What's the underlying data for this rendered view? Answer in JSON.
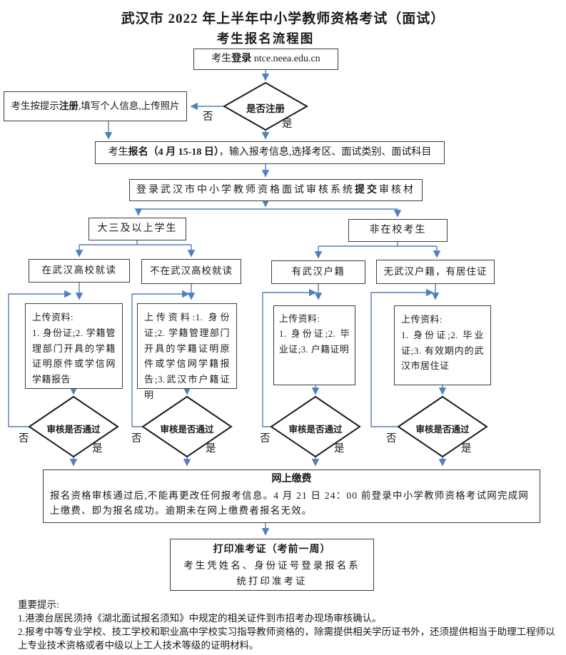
{
  "title": {
    "line1": "武汉市 2022 年上半年中小学教师资格考试（面试）",
    "line2": "考生报名流程图"
  },
  "flow": {
    "login": {
      "pre": "考生",
      "bold": "登录",
      "post": " ntce.neea.edu.cn"
    },
    "register_decision": {
      "label": "是否注册",
      "no": "否",
      "yes": "是"
    },
    "register": {
      "pre": "考生按提示",
      "bold": "注册",
      "post": ",填写个人信息,上传照片"
    },
    "signup": {
      "pre": "考生",
      "bold": "报名（4 月 15-18 日）",
      "post": "，输入报考信息,选择考区、面试类别、面试科目"
    },
    "submit": {
      "pre": "登录武汉市中小学教师资格面试审核系统",
      "bold": "提交",
      "post": "审核材"
    },
    "branch_left": "大三及以上学生",
    "branch_right": "非在校考生",
    "categories": [
      "在武汉高校就读",
      "不在武汉高校就读",
      "有武汉户籍",
      "无武汉户籍，有居住证"
    ],
    "uploads": [
      {
        "header": "上传资料:",
        "body": "1. 身份证;2. 学籍管理部门开具的学籍证明原件或学信网学籍报告"
      },
      {
        "header": "",
        "body": "上传资料:1. 身份证;2. 学籍管理部门开具的学籍证明原件或学信网学籍报告;3.武汉市户籍证明"
      },
      {
        "header": "上传资料:",
        "body": "1. 身份证;2. 毕业证;3. 户籍证明"
      },
      {
        "header": "上传资料:",
        "body": "1. 身份证;2. 毕业证;3. 有效期内的武汉市居住证"
      }
    ],
    "review_decision": {
      "label": "审核是否通过",
      "no": "否",
      "yes": "是"
    },
    "payment": {
      "title": "网上缴费",
      "body": "报名资格审核通过后,不能再更改任何报考信息。4 月 21 日 24：00 前登录中小学教师资格考试网完成网上缴费、即为报名成功。逾期未在网上缴费者报名无效。"
    },
    "print": {
      "title": "打印准考证（考前一周）",
      "body": "考生凭姓名、身份证号登录报名系统打印准考证"
    }
  },
  "notes": {
    "heading": "重要提示:",
    "item1": "1.港澳台居民须持《湖北面试报名须知》中规定的相关证件到市招考办现场审核确认。",
    "item2": "2.报考中等专业学校、技工学校和职业高中学校实习指导教师资格的，除需提供相关学历证书外，还须提供相当于助理工程师以上专业技术资格或者中级以上工人技术等级的证明材料。"
  },
  "colors": {
    "arrow": "#4F81BD",
    "border": "#3d3d3d"
  }
}
